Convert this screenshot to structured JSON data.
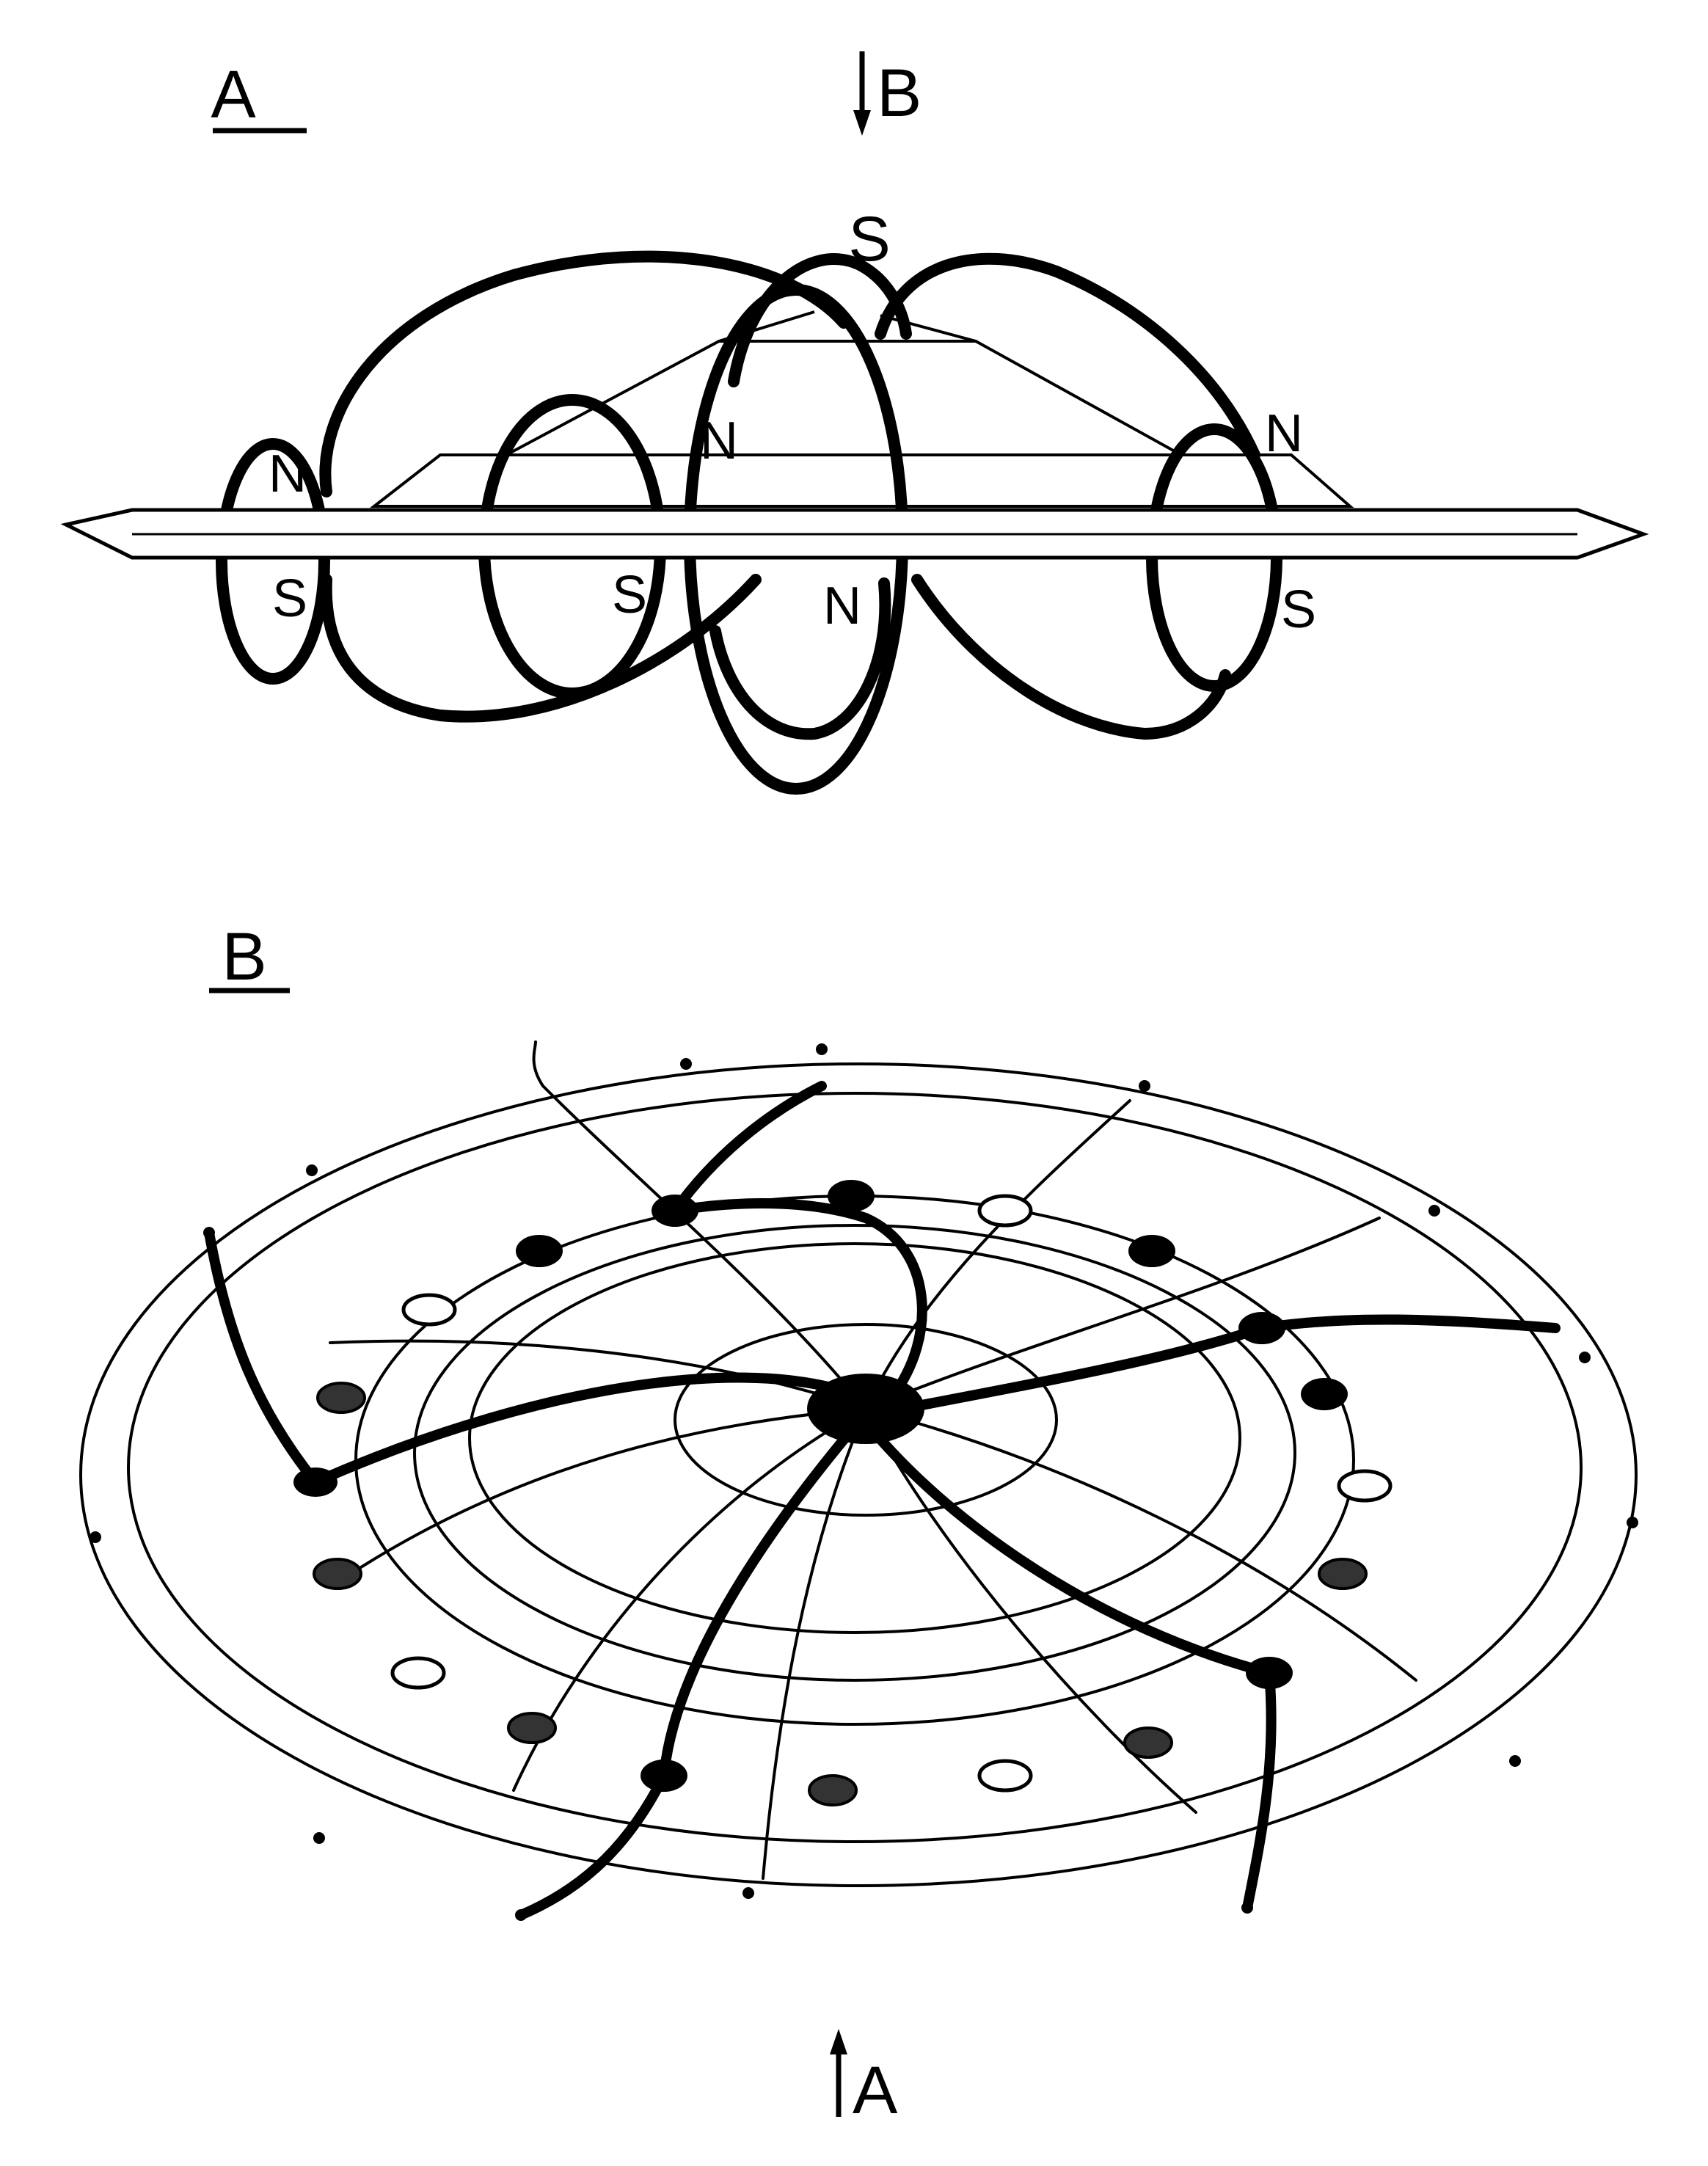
{
  "colors": {
    "ink": "#000000",
    "paper": "#ffffff"
  },
  "panel_a": {
    "label": "A",
    "view_arrow_label": "B",
    "poles": {
      "top": "S",
      "left_n": "N",
      "left_s": "S",
      "mid_n": "N",
      "mid_s": "S",
      "low_n": "N",
      "right_n": "N",
      "right_s": "S"
    }
  },
  "panel_b": {
    "label": "B",
    "view_arrow_label": "A"
  }
}
